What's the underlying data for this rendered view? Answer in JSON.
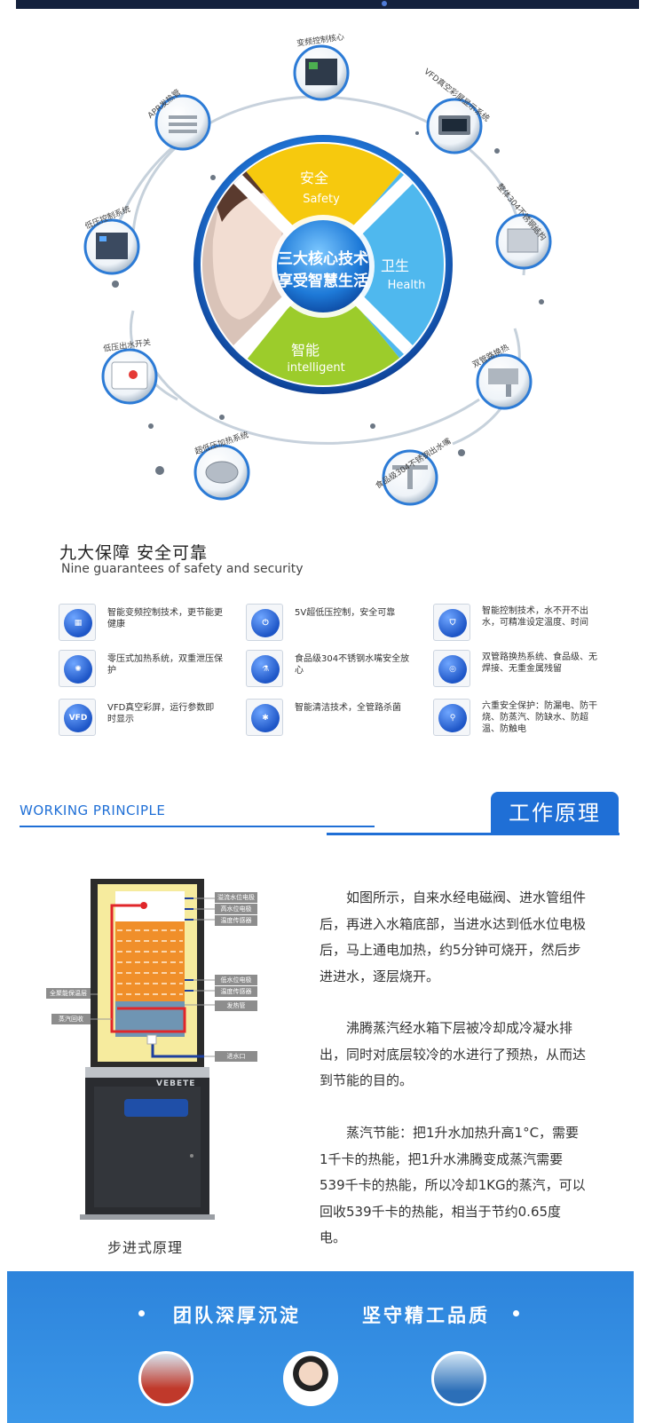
{
  "hero": {
    "quadrants": {
      "safety_cn": "安全",
      "safety_en": "Safety",
      "health_cn": "卫生",
      "health_en": "Health",
      "intelligent_cn": "智能",
      "intelligent_en": "intelligent"
    },
    "center_line1": "三大核心技术",
    "center_line2": "享受智慧生活",
    "features": [
      "变频控制核心",
      "VFD真空彩屏显示系统",
      "整体304不锈钢结构",
      "食品级304不锈钢出水嘴",
      "超低压加热系统",
      "低压出水开关",
      "低压控制系统",
      "APR发热管",
      "双管路换热"
    ]
  },
  "guarantees": {
    "title_cn": "九大保障 安全可靠",
    "title_en": "Nine guarantees of safety and security",
    "items": [
      {
        "text": "智能变频控制技术，更节能更健康",
        "icon": "chip-icon"
      },
      {
        "text": "5V超低压控制，安全可靠",
        "icon": "power-icon"
      },
      {
        "text": "智能控制技术，水不开不出水，可精准设定温度、时间",
        "icon": "shield-icon"
      },
      {
        "text": "零压式加热系统，双重泄压保护",
        "icon": "valve-icon"
      },
      {
        "text": "食品级304不锈钢水嘴安全放心",
        "icon": "flask-icon"
      },
      {
        "text": "双管路换热系统、食品级、无焊接、无重金属残留",
        "icon": "pipe-icon"
      },
      {
        "text": "VFD真空彩屏，运行参数即时显示",
        "icon": "vfd-icon"
      },
      {
        "text": "智能清洁技术，全管路杀菌",
        "icon": "bacteria-icon"
      },
      {
        "text": "六重安全保护：防漏电、防干烧、防蒸汽、防缺水、防超温、防触电",
        "icon": "tap-icon"
      }
    ],
    "vfd_badge": "VFD"
  },
  "working": {
    "title_en": "WORKING PRINCIPLE",
    "title_cn": "工作原理",
    "labels": [
      "溢流水位电极",
      "高水位电极",
      "温度传感器",
      "低水位电极",
      "温度传感器",
      "发热管",
      "进水口",
      "全聚能保温层",
      "蒸汽回收"
    ],
    "brand": "VEBETE",
    "caption": "步进式原理",
    "paragraphs": [
      "如图所示，自来水经电磁阀、进水管组件后，再进入水箱底部，当进水达到低水位电极后，马上通电加热，约5分钟可烧开，然后步进进水，逐层烧开。",
      "沸腾蒸汽经水箱下层被冷却成冷凝水排出，同时对底层较冷的水进行了预热，从而达到节能的目的。",
      "蒸汽节能：把1升水加热升高1°C，需要1千卡的热能，把1升水沸腾变成蒸汽需要539千卡的热能，所以冷却1KG的蒸汽，可以回收539千卡的热能，相当于节约0.65度电。"
    ]
  },
  "banner": {
    "left": "团队深厚沉淀",
    "right": "坚守精工品质"
  },
  "colors": {
    "accent": "#1f6fd6",
    "safety": "#f6c90e",
    "health": "#4fb8ee",
    "intelligent": "#9ccc2b",
    "banner": "#2d84dc"
  }
}
